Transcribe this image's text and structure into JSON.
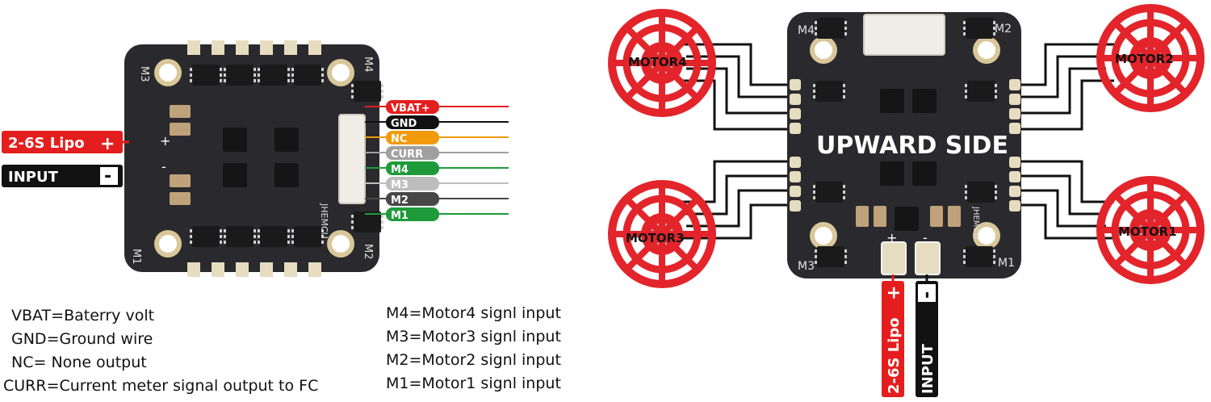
{
  "left_board": {
    "power_labels": {
      "lipo": "2-6S Lipo",
      "plus": "+",
      "input": "INPUT",
      "minus": "-"
    },
    "board_text": {
      "m1": "M1",
      "m2": "M2",
      "m3": "M3",
      "m4": "M4",
      "brand": "JHEMCU",
      "pad_plus": "+",
      "pad_minus": "-"
    },
    "wires": [
      {
        "label": "VBAT+",
        "color": "#e41e1e",
        "text_color": "#ffffff"
      },
      {
        "label": "GND",
        "color": "#111111",
        "text_color": "#ffffff"
      },
      {
        "label": "NC",
        "color": "#f19a0c",
        "text_color": "#ffffff"
      },
      {
        "label": "CURR",
        "color": "#a0a0a0",
        "text_color": "#ffffff"
      },
      {
        "label": "M4",
        "color": "#1f9a3a",
        "text_color": "#ffffff"
      },
      {
        "label": "M3",
        "color": "#bdbdbd",
        "text_color": "#ffffff"
      },
      {
        "label": "M2",
        "color": "#474747",
        "text_color": "#ffffff"
      },
      {
        "label": "M1",
        "color": "#1f9a3a",
        "text_color": "#ffffff"
      }
    ]
  },
  "right_board": {
    "title": "UPWARD SIDE",
    "board_text": {
      "m1": "M1",
      "m2": "M2",
      "m3": "M3",
      "m4": "M4",
      "brand": "JHEMCU",
      "pad_plus": "+",
      "pad_minus": "-"
    },
    "motors": {
      "motor1": "MOTOR1",
      "motor2": "MOTOR2",
      "motor3": "MOTOR3",
      "motor4": "MOTOR4"
    },
    "power_labels": {
      "lipo": "2-6S Lipo",
      "plus": "+",
      "input": "INPUT",
      "minus": "-"
    }
  },
  "legend_left": [
    "VBAT=Baterry volt",
    "GND=Ground wire",
    "NC= None output",
    "CURR=Current meter signal output to FC"
  ],
  "legend_right": [
    "M4=Motor4 signl input",
    "M3=Motor3 signl input",
    "M2=Motor2 signl input",
    "M1=Motor1 signl input"
  ],
  "colors": {
    "board": "#2a2a2e",
    "motor_red": "#e3242b",
    "wire_black": "#111111",
    "pad_gold": "#d9c79a"
  }
}
